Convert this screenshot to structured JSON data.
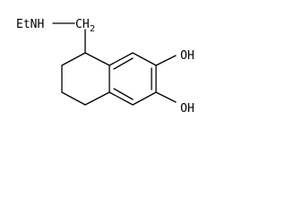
{
  "molecule": {
    "labels": {
      "amine_group": "EtNH",
      "methylene_c": "CH",
      "methylene_sub": "2",
      "hydroxyl_top": "OH",
      "hydroxyl_bottom": "OH"
    }
  },
  "colors": {
    "bond": "#000000",
    "text": "#000000",
    "background": "#ffffff"
  }
}
